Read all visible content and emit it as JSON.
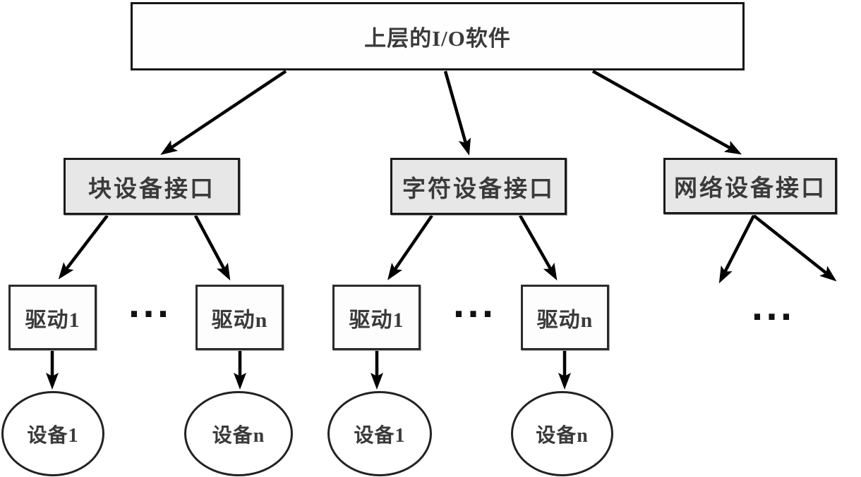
{
  "diagram": {
    "top": {
      "label": "上层的I/O软件"
    },
    "interfaces": [
      {
        "label": "块设备接口"
      },
      {
        "label": "字符设备接口"
      },
      {
        "label": "网络设备接口"
      }
    ],
    "drivers": [
      {
        "label": "驱动1"
      },
      {
        "label": "驱动n"
      },
      {
        "label": "驱动1"
      },
      {
        "label": "驱动n"
      }
    ],
    "devices": [
      {
        "label": "设备1"
      },
      {
        "label": "设备n"
      },
      {
        "label": "设备1"
      },
      {
        "label": "设备n"
      }
    ],
    "ellipsis": "...",
    "colors": {
      "background": "#ffffff",
      "interface_fill": "#e7e7e7",
      "node_fill": "#fefefe",
      "border": "#1a1a1a",
      "arrow": "#000000",
      "text": "#3a3a3a"
    }
  }
}
